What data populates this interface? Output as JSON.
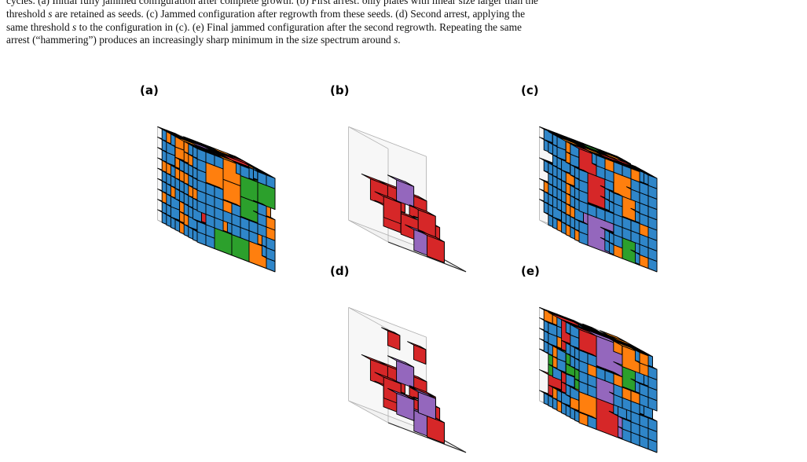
{
  "caption": {
    "line0": "cycles. (a) Initial fully jammed configuration after complete growth. (b) First arrest: only plates with linear size larger than the",
    "line1_pre": "threshold ",
    "line1_var": "s",
    "line1_post": " are retained as seeds. (c) Jammed configuration after regrowth from these seeds. (d) Second arrest, applying the",
    "line2_pre": "same threshold ",
    "line2_var": "s",
    "line2_post": " to the configuration in (c). (e) Final jammed configuration after the second regrowth. Repeating the same",
    "line3_pre": "arrest (“hammering”) produces an increasingly sharp minimum in the size spectrum around ",
    "line3_var": "s",
    "line3_post": "."
  },
  "panels": [
    {
      "id": "a",
      "label": "(a)",
      "density": "full"
    },
    {
      "id": "b",
      "label": "(b)",
      "density": "seeds"
    },
    {
      "id": "c",
      "label": "(c)",
      "density": "full"
    },
    {
      "id": "d",
      "label": "(d)",
      "density": "seeds"
    },
    {
      "id": "e",
      "label": "(e)",
      "density": "full"
    }
  ],
  "colors": {
    "small": "#2f86c9",
    "medium": "#ff7f0e",
    "green": "#2ca02c",
    "red": "#d62728",
    "purple": "#9467bd",
    "edge": "#000000",
    "box": "#9a9a9a"
  }
}
